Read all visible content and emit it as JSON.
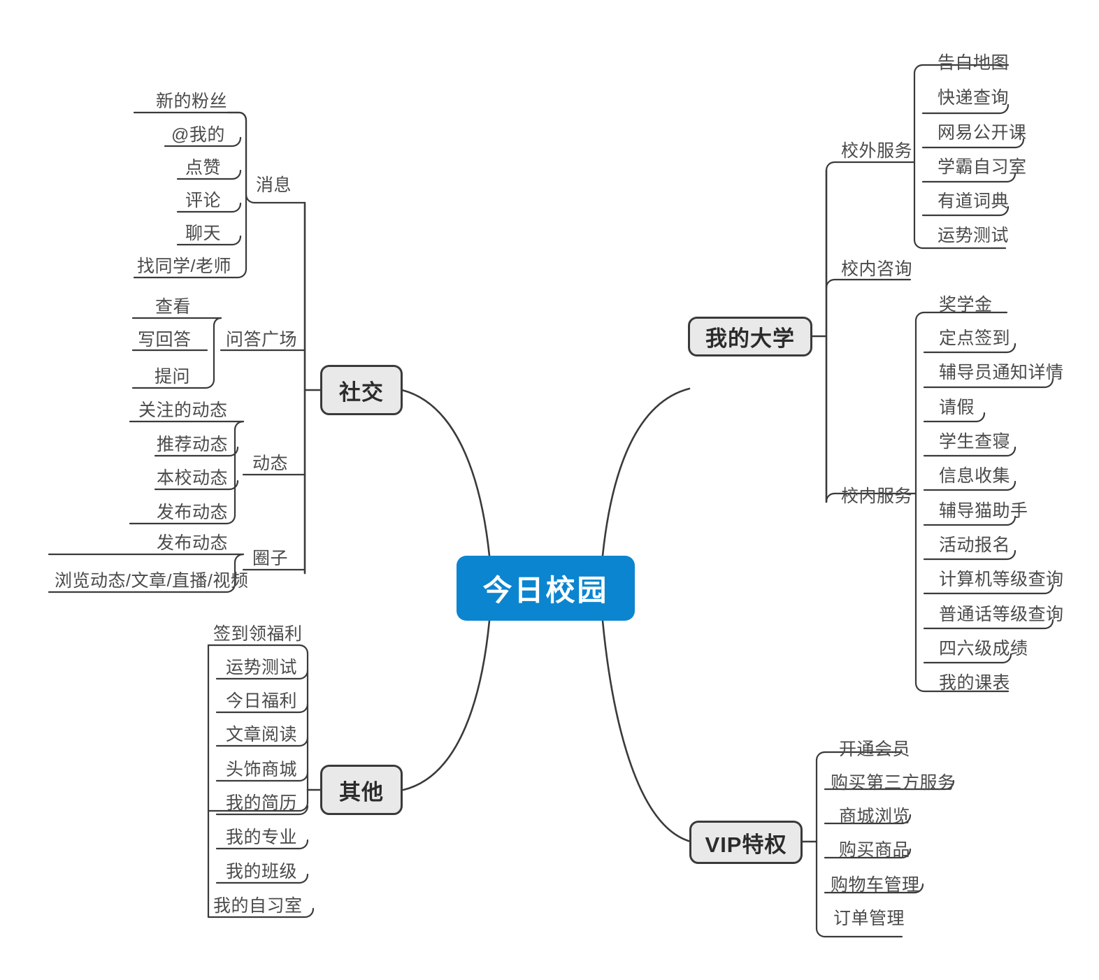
{
  "root": {
    "label": "今日校园",
    "color": "#0b85cf"
  },
  "branch_color": "#e9e9e9",
  "line_color": "#3a3a3a",
  "branches": {
    "social": {
      "label": "社交",
      "groups": [
        {
          "label": "消息",
          "items": [
            "新的粉丝",
            "@我的",
            "点赞",
            "评论",
            "聊天",
            "找同学/老师"
          ]
        },
        {
          "label": "问答广场",
          "items": [
            "查看",
            "写回答",
            "提问"
          ]
        },
        {
          "label": "动态",
          "items": [
            "关注的动态",
            "推荐动态",
            "本校动态",
            "发布动态"
          ]
        },
        {
          "label": "圈子",
          "items": [
            "发布动态",
            "浏览动态/文章/直播/视频"
          ]
        }
      ]
    },
    "other": {
      "label": "其他",
      "groups": [
        {
          "label": "",
          "items": [
            "签到领福利",
            "运势测试",
            "今日福利",
            "文章阅读",
            "头饰商城",
            "我的简历",
            "我的专业",
            "我的班级",
            "我的自习室"
          ]
        }
      ]
    },
    "university": {
      "label": "我的大学",
      "groups": [
        {
          "label": "校外服务",
          "items": [
            "告白地图",
            "快递查询",
            "网易公开课",
            "学霸自习室",
            "有道词典",
            "运势测试"
          ]
        },
        {
          "label": "校内咨询",
          "items": []
        },
        {
          "label": "校内服务",
          "items": [
            "奖学金",
            "定点签到",
            "辅导员通知详情",
            "请假",
            "学生查寝",
            "信息收集",
            "辅导猫助手",
            "活动报名",
            "计算机等级查询",
            "普通话等级查询",
            "四六级成绩",
            "我的课表"
          ]
        }
      ]
    },
    "vip": {
      "label": "VIP特权",
      "groups": [
        {
          "label": "",
          "items": [
            "开通会员",
            "购买第三方服务",
            "商城浏览",
            "购买商品",
            "购物车管理",
            "订单管理"
          ]
        }
      ]
    }
  }
}
